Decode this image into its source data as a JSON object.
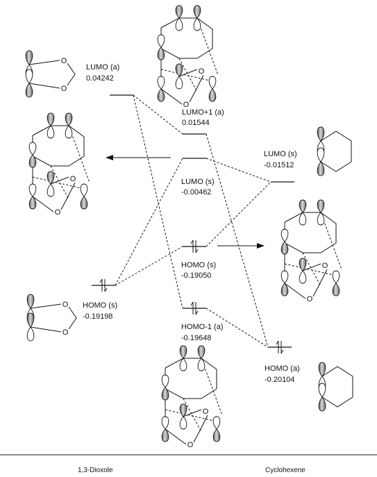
{
  "levels": {
    "dioxole_lumo": {
      "name": "LUMO (a)",
      "energy": "0.04242"
    },
    "lumo1_a": {
      "name": "LUMO+1 (a)",
      "energy": "0.01544"
    },
    "cyclohexene_lumo": {
      "name": "LUMO (s)",
      "energy": "-0.01512"
    },
    "lumo_s": {
      "name": "LUMO (s)",
      "energy": "-0.00462"
    },
    "homo_s": {
      "name": "HOMO (s)",
      "energy": "-0.19050"
    },
    "dioxole_homo": {
      "name": "HOMO (s)",
      "energy": "-0.19198"
    },
    "homo1_a": {
      "name": "HOMO-1 (a)",
      "energy": "-0.19648"
    },
    "cyclohexene_homo": {
      "name": "HOMO (a)",
      "energy": "-0.20104"
    }
  },
  "footer": {
    "left_label": "1,3-Dioxole",
    "right_label": "Cyclohexene"
  },
  "atom_label": "O",
  "colors": {
    "line": "#111111",
    "lobe_fill": "#9a9a9a",
    "background": "#ffffff"
  }
}
